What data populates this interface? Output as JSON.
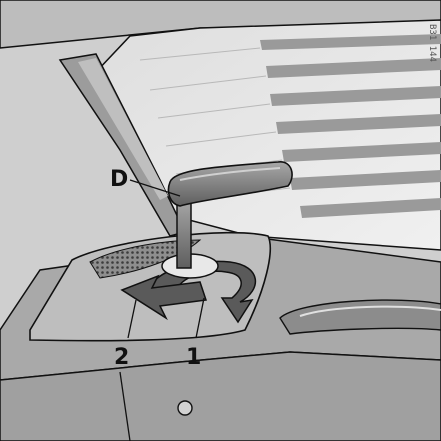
{
  "figure": {
    "code": "B31 144",
    "callouts": {
      "d": "D",
      "one": "1",
      "two": "2"
    }
  },
  "colors": {
    "background": "#d4d4d4",
    "glass": "#e6e6e6",
    "defroster_lines": "#9a9a9a",
    "handle": "#7f7f7f",
    "arrow": "#5a5a5a",
    "outline": "#111111"
  }
}
